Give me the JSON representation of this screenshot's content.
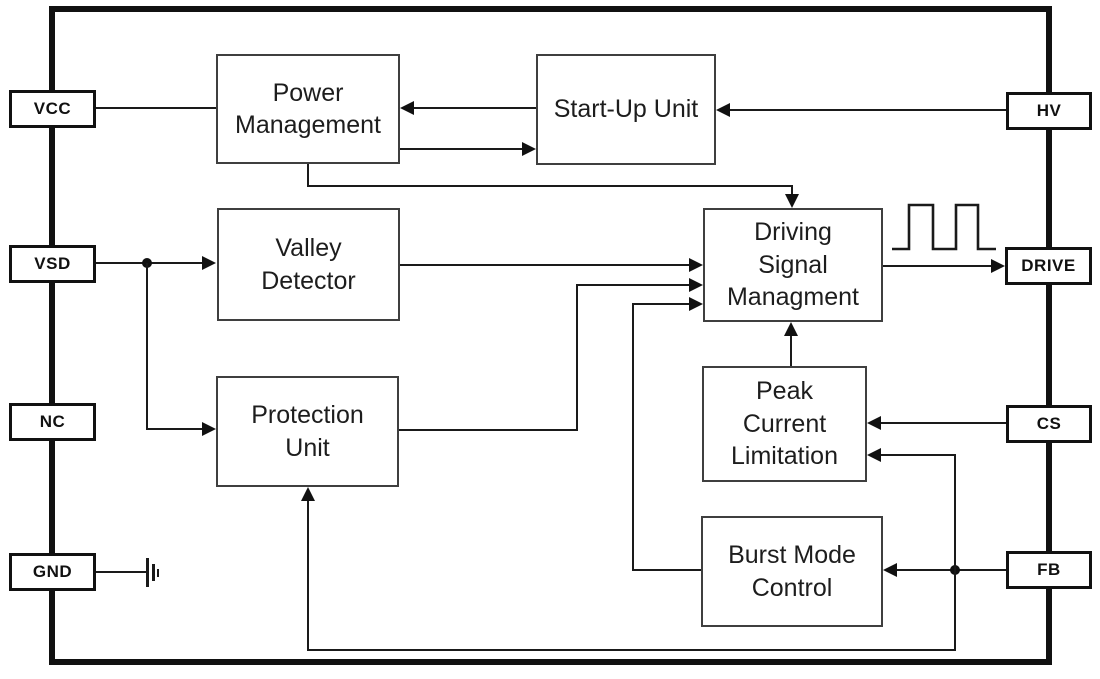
{
  "chip": {
    "blocks": {
      "power_management": "Power\nManagement",
      "startup_unit": "Start-Up Unit",
      "valley_detector": "Valley\nDetector",
      "protection_unit": "Protection\nUnit",
      "driving_signal_management": "Driving\nSignal\nManagment",
      "peak_current_limitation": "Peak\nCurrent\nLimitation",
      "burst_mode_control": "Burst Mode\nControl"
    },
    "pins": {
      "left": {
        "vcc": "VCC",
        "vsd": "VSD",
        "nc": "NC",
        "gnd": "GND"
      },
      "right": {
        "hv": "HV",
        "drive": "DRIVE",
        "cs": "CS",
        "fb": "FB"
      }
    },
    "icons": {
      "pwm_waveform": "pwm-square-wave",
      "ground": "ground-symbol"
    },
    "colors": {
      "line": "#1a1a1a",
      "block_border": "#3f3f3f",
      "chip_border": "#111111",
      "background": "#ffffff",
      "text": "#1d1d1d"
    }
  }
}
